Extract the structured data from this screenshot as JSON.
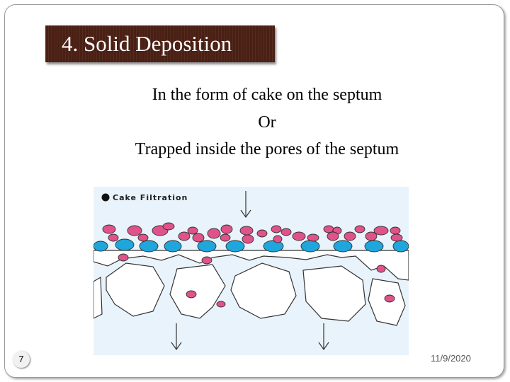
{
  "slide": {
    "title": "4. Solid Deposition",
    "lines": [
      "In the form of cake on the septum",
      "Or",
      "Trapped inside the pores of the septum"
    ],
    "number": "7",
    "date": "11/9/2020"
  },
  "diagram": {
    "label": "Cake Filtration",
    "colors": {
      "particle": "#e0538a",
      "septum_particle": "#1fa6dc",
      "septum": "#ffffff",
      "fluid": "#e9f3fb",
      "outline": "#333333"
    }
  }
}
